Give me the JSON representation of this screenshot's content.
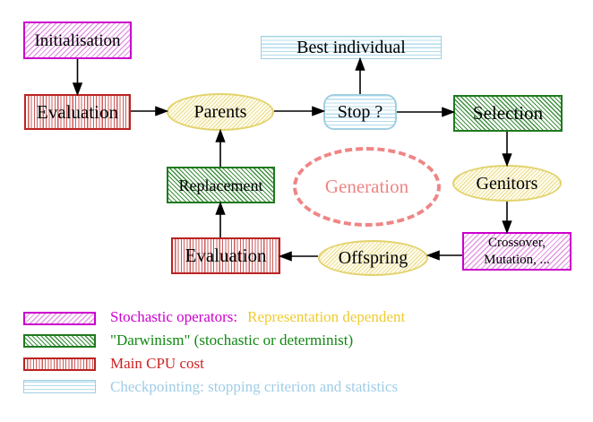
{
  "nodes": {
    "initialisation": "Initialisation",
    "evaluation_top": "Evaluation",
    "parents": "Parents",
    "stop": "Stop ?",
    "best_individual": "Best individual",
    "selection": "Selection",
    "genitors": "Genitors",
    "crossover_line1": "Crossover,",
    "crossover_line2": "Mutation, ...",
    "offspring": "Offspring",
    "evaluation_bottom": "Evaluation",
    "replacement": "Replacement",
    "generation": "Generation"
  },
  "legend": {
    "items": [
      {
        "swatch": "magenta-diagonal-hatch",
        "label": "Stochastic operators:",
        "label_secondary": "Representation dependent"
      },
      {
        "swatch": "green-diagonal-hatch",
        "label": "\"Darwinism\" (stochastic or determinist)"
      },
      {
        "swatch": "red-vertical-stripes",
        "label": "Main CPU cost"
      },
      {
        "swatch": "cyan-horizontal-stripes",
        "label": "Checkpointing: stopping criterion and statistics"
      }
    ]
  },
  "colors": {
    "magenta_border": "#cc00cc",
    "green_border": "#1e7a1e",
    "red_border": "#bb2222",
    "cyan_border": "#a0cfe0",
    "yellow_border": "#e3d36d",
    "salmon_generation": "#ef8585",
    "legend_magenta_text": "#cc00cc",
    "legend_gold_text": "#eecb32",
    "legend_green_text": "#118811",
    "legend_red_text": "#cc2222",
    "legend_cyan_text": "#9fcde6",
    "arrow_color": "#000000"
  }
}
